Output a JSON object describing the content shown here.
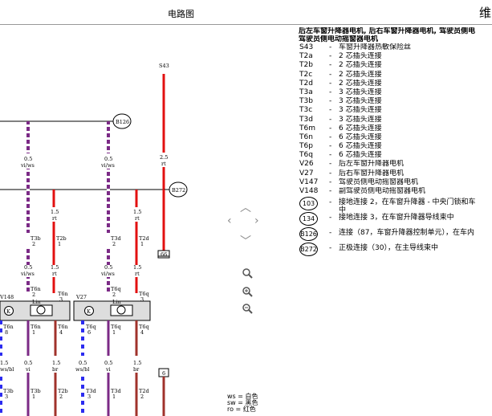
{
  "header": {
    "title": "电路图",
    "corner": "维"
  },
  "legend": {
    "heading_line1": "后左车窗升降器电机, 后右车窗升降器电机, 驾驶员侧电",
    "heading_line2": "驾驶员侧电动摇窗器电机",
    "items": [
      {
        "code": "S43",
        "desc": "车窗升降器热敏保险丝"
      },
      {
        "code": "T2a",
        "desc": "2 芯插头连接"
      },
      {
        "code": "T2b",
        "desc": "2 芯插头连接"
      },
      {
        "code": "T2c",
        "desc": "2 芯插头连接"
      },
      {
        "code": "T2d",
        "desc": "2 芯插头连接"
      },
      {
        "code": "T3a",
        "desc": "3 芯插头连接"
      },
      {
        "code": "T3b",
        "desc": "3 芯插头连接"
      },
      {
        "code": "T3c",
        "desc": "3 芯插头连接"
      },
      {
        "code": "T3d",
        "desc": "3 芯插头连接"
      },
      {
        "code": "T6m",
        "desc": "6 芯插头连接"
      },
      {
        "code": "T6n",
        "desc": "6 芯插头连接"
      },
      {
        "code": "T6p",
        "desc": "6 芯插头连接"
      },
      {
        "code": "T6q",
        "desc": "6 芯插头连接"
      },
      {
        "code": "V26",
        "desc": "后左车窗升降器电机"
      },
      {
        "code": "V27",
        "desc": "后右车窗升降器电机"
      },
      {
        "code": "V147",
        "desc": "驾驶员侧电动摇窗器电机"
      },
      {
        "code": "V148",
        "desc": "副驾驶员侧电动摇窗器电机"
      }
    ],
    "circle_items": [
      {
        "code": "103",
        "desc": "接地连接 2，在车窗升降器 - 中央门锁和车",
        "cont": "中"
      },
      {
        "code": "134",
        "desc": "接地连接 3，在车窗升降器导线束中",
        "cont": ""
      },
      {
        "code": "B126",
        "desc": "连接（87，车窗升降器控制单元），在车内",
        "cont": ""
      },
      {
        "code": "B272",
        "desc": "正极连接（30），在主导线束中",
        "cont": ""
      }
    ],
    "dash": "-"
  },
  "color_key": [
    {
      "abbr": "ws",
      "name": "白色"
    },
    {
      "abbr": "sw",
      "name": "黑色"
    },
    {
      "abbr": "ro",
      "name": "红色"
    }
  ],
  "diagram": {
    "fuse_label": "S43",
    "node_b126": "B126",
    "node_b272": "B272",
    "ground_box": "66",
    "box6": "6",
    "motor_left_label": "V148",
    "motor_right_label": "V27",
    "wire_vi_ws": "vi/ws",
    "wire_rt": "rt",
    "wire_vi": "vi",
    "wire_br": "br",
    "wire_ws_bl": "ws/bl",
    "size_05": "0.5",
    "size_15": "1.5",
    "size_25": "2.5",
    "t3b": "T3b",
    "t2b": "T2b",
    "t3d": "T3d",
    "t2d": "T2d",
    "t6n": "T6n",
    "t6q": "T6q",
    "pin1": "1",
    "pin2": "2",
    "pin3": "3",
    "pin4": "4",
    "pin6": "6",
    "pin8": "8",
    "lin": "Lin"
  },
  "colors": {
    "violet": "#7b2a86",
    "red": "#e21010",
    "brown": "#a0322b",
    "blue": "#2c2cf0",
    "white": "#ffffff"
  },
  "nav_icons": [
    "arrow-up-icon",
    "arrow-left-icon",
    "arrow-right-icon",
    "arrow-down-icon"
  ],
  "zoom_icons": [
    "zoom-icon",
    "zoom-in-icon",
    "zoom-out-icon"
  ]
}
